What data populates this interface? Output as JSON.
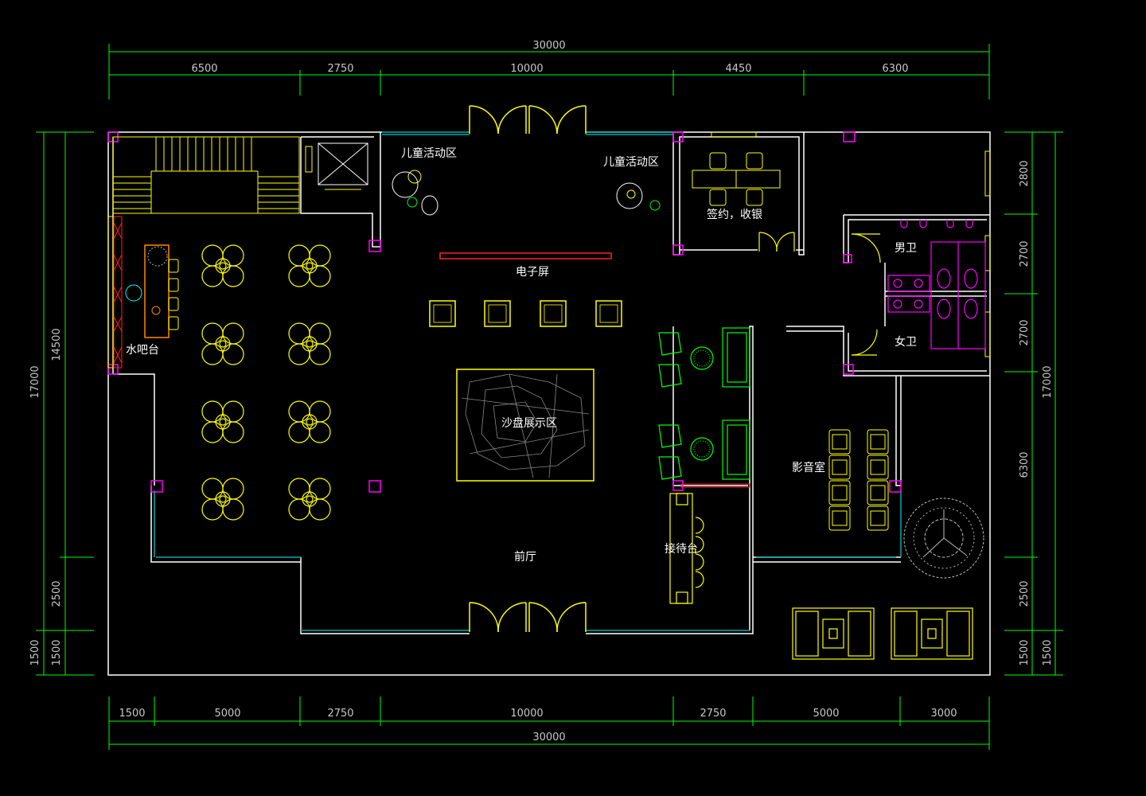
{
  "colors": {
    "background": "#000000",
    "wall": "#ffffff",
    "dimension": "#00ff00",
    "furniture": "#ffff00",
    "green_furniture": "#00ff00",
    "magenta": "#ff00ff",
    "glass": "#00aaaa",
    "screen": "#ff2020",
    "orange": "#ff8800",
    "cyan": "#00ffff",
    "grey": "#bbbbbb"
  },
  "dimensions": {
    "top_total": "30000",
    "top_segments": [
      "6500",
      "2750",
      "10000",
      "4450",
      "6300"
    ],
    "bottom_total": "30000",
    "bottom_segments": [
      "1500",
      "5000",
      "2750",
      "10000",
      "2750",
      "5000",
      "3000"
    ],
    "left_outer": "17000",
    "left_inner_main": "14500",
    "left_inner_low": "2500",
    "left_inner_bottom": "1500",
    "left_outer_bottom": "1500",
    "right_segments": [
      "2800",
      "2700",
      "2700",
      "6300",
      "2500",
      "1500"
    ],
    "right_outer": "17000",
    "right_outer_bottom": "1500"
  },
  "rooms": {
    "kids_area_left": "儿童活动区",
    "kids_area_right": "儿童活动区",
    "signing_cashier": "签约，收银",
    "electronic_screen": "电子屏",
    "mens_restroom": "男卫",
    "womens_restroom": "女卫",
    "water_bar": "水吧台",
    "sand_table": "沙盘展示区",
    "av_room": "影音室",
    "reception_desk": "接待台",
    "lobby": "前厅"
  },
  "icons": {
    "table_set": "four-chair-table-icon",
    "elevator": "elevator-icon",
    "stairs": "stairs-icon",
    "door": "double-door-icon",
    "tree": "tree-icon"
  }
}
